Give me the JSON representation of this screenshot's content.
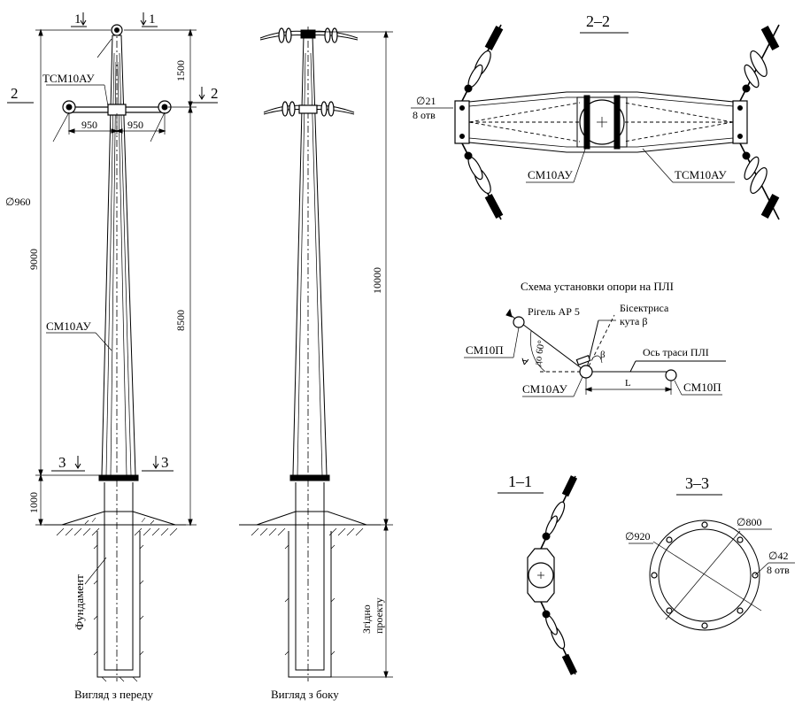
{
  "front": {
    "caption": "Вигляд з переду",
    "label_tsm": "ТСМ10АУ",
    "label_sm": "СМ10АУ",
    "label_foundation": "Фундамент",
    "dim_950_left": "950",
    "dim_950_right": "950",
    "dim_1500": "1500",
    "dim_9000": "9000",
    "dim_8500": "8500",
    "dim_1000": "1000",
    "dia_960": "∅960",
    "cut_1": "1",
    "cut_2": "2",
    "cut_3": "3"
  },
  "side": {
    "caption": "Вигляд з боку",
    "dim_10000": "10000",
    "by_project_line1": "Згідно",
    "by_project_line2": "проекту"
  },
  "section_2_2": {
    "title": "2–2",
    "hole_dia": "∅21",
    "hole_count": "8 отв",
    "label_sm": "СМ10АУ",
    "label_tsm": "ТСМ10АУ"
  },
  "scheme": {
    "title": "Схема установки опори на ПЛІ",
    "rigel": "Рігель АР 5",
    "bisector_line1": "Бісектриса",
    "bisector_line2": "кута β",
    "beta": "β",
    "angle": "до 60°",
    "phi": "∢",
    "route_axis": "Ось траси ПЛІ",
    "pole_left": "СМ10П",
    "pole_center": "СМ10АУ",
    "pole_right": "СМ10П",
    "span": "L"
  },
  "section_1_1": {
    "title": "1–1"
  },
  "section_3_3": {
    "title": "3–3",
    "dia_920": "∅920",
    "dia_800": "∅800",
    "hole_dia": "∅42",
    "hole_count": "8 отв"
  }
}
